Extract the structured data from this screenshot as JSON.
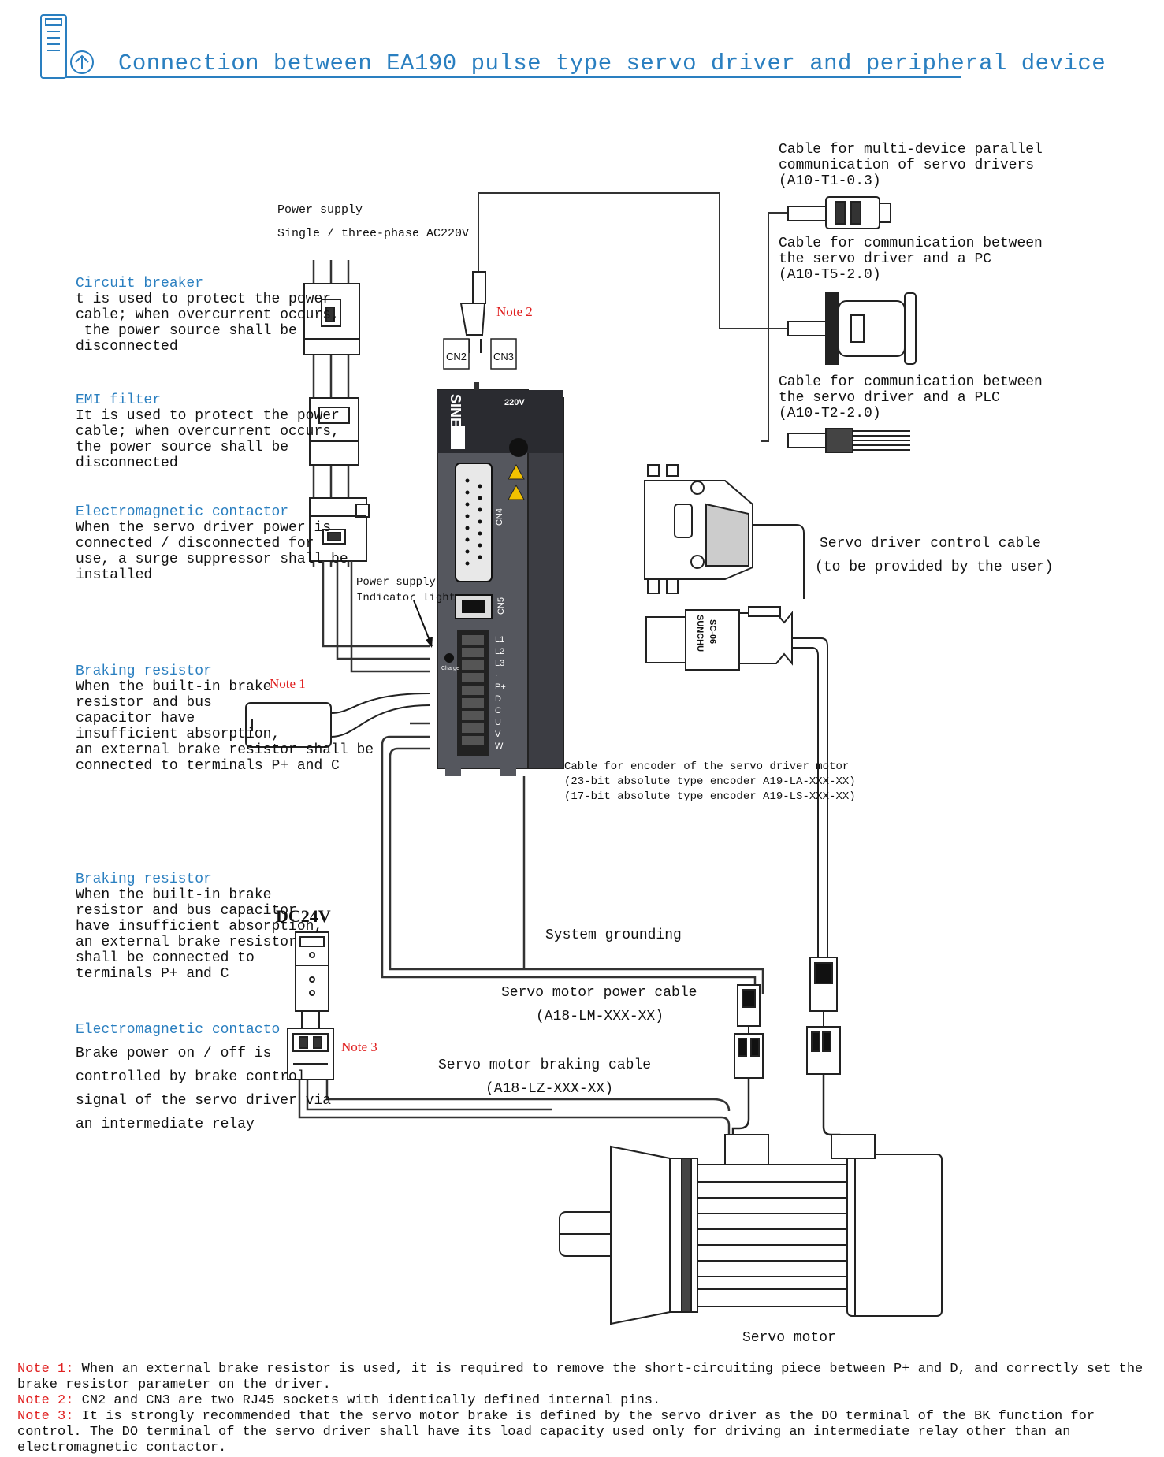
{
  "title": "Connection between EA190 pulse type servo driver and peripheral device",
  "power_supply": {
    "label": "Power supply",
    "spec": "Single / three-phase AC220V"
  },
  "left_blocks": [
    {
      "heading": "Circuit breaker",
      "lines": [
        "t is used to protect the power",
        "cable; when overcurrent occurs,",
        " the power source shall be",
        "disconnected"
      ]
    },
    {
      "heading": "EMI filter",
      "lines": [
        "It is used to protect the power",
        "cable; when overcurrent occurs,",
        "the power source shall be",
        "disconnected"
      ]
    },
    {
      "heading": "Electromagnetic contactor",
      "lines": [
        "When the servo driver power is",
        "connected / disconnected for",
        "use, a surge suppressor shall be",
        "installed"
      ]
    },
    {
      "heading": "Braking resistor",
      "lines": [
        "When the built-in brake",
        "resistor and bus",
        "capacitor have",
        "insufficient absorption,",
        "an external brake resistor shall be",
        "connected to terminals P+ and C"
      ]
    },
    {
      "heading": "Braking resistor",
      "lines": [
        "When the built-in brake",
        "resistor and bus capacitor",
        "have insufficient absorption,",
        "an external brake resistor",
        "shall be connected to",
        "terminals P+ and C"
      ]
    },
    {
      "heading": "Electromagnetic contacto",
      "lines": [
        "Brake power on / off is",
        "controlled by brake control",
        "signal of the servo driver via",
        "an intermediate relay"
      ]
    }
  ],
  "note_labels": {
    "note1": "Note 1",
    "note2": "Note 2",
    "note3": "Note 3"
  },
  "driver": {
    "brand": "SINEE",
    "voltage": "220V",
    "cn2": "CN2",
    "cn3": "CN3",
    "cn4": "CN4",
    "cn5": "CN5",
    "charge": "Charge",
    "terminals": [
      "L1",
      "L2",
      "L3",
      "·",
      "P+",
      "D",
      "C",
      "U",
      "V",
      "W"
    ],
    "indicator_label_1": "Power supply",
    "indicator_label_2": "Indicator light"
  },
  "right_cables": [
    {
      "lines": [
        "Cable for multi-device parallel",
        "communication of servo drivers",
        "(A10-T1-0.3)"
      ]
    },
    {
      "lines": [
        "Cable for communication between",
        "the servo driver and a PC",
        "(A10-T5-2.0)"
      ]
    },
    {
      "lines": [
        "Cable for communication between",
        "the servo driver and a PLC",
        "(A10-T2-2.0)"
      ]
    }
  ],
  "control_cable": {
    "line1": "Servo driver control cable",
    "line2": "(to be provided by the user)"
  },
  "connector_brand": "SUNCHU",
  "connector_model": "SC-06",
  "encoder_cable": {
    "line1": "Cable for encoder of the servo driver motor",
    "line2": "(23-bit absolute type encoder A19-LA-XXX-XX)",
    "line3": "(17-bit absolute type encoder A19-LS-XXX-XX)"
  },
  "dc24v": "DC24V",
  "system_grounding": "System grounding",
  "power_cable": {
    "line1": "Servo motor power cable",
    "line2": "(A18-LM-XXX-XX)"
  },
  "braking_cable": {
    "line1": "Servo motor braking cable",
    "line2": "(A18-LZ-XXX-XX)"
  },
  "servo_motor": "Servo motor",
  "notes": [
    {
      "label": "Note 1:",
      "text": " When an external brake resistor is used, it is required to remove the short-circuiting piece between P+ and D, and correctly set the brake resistor parameter on the driver."
    },
    {
      "label": "Note 2:",
      "text": " CN2 and CN3 are two RJ45 sockets with identically defined internal pins."
    },
    {
      "label": "Note 3:",
      "text": " It is strongly recommended that the servo motor brake is defined by the servo driver as the DO terminal of the BK function for control. The DO terminal of the servo driver shall have its load capacity used only for driving an intermediate relay other than an electromagnetic contactor."
    }
  ],
  "colors": {
    "accent_blue": "#2a7fc0",
    "note_red": "#e02020",
    "driver_body": "#55575e",
    "driver_dark": "#2a2b30"
  },
  "icons": [
    "servo-driver-logo-icon"
  ]
}
